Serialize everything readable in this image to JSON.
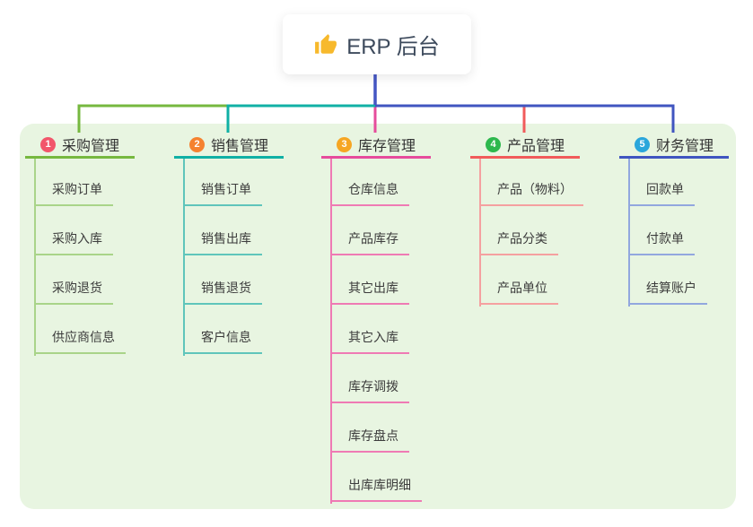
{
  "root": {
    "title": "ERP 后台",
    "icon": "thumbs-up-icon"
  },
  "branches": [
    {
      "badge": "1",
      "label": "采购管理",
      "badge_color": "#f2566b",
      "line_color": "#76b83f",
      "child_line_color": "#a9d489",
      "children": [
        "采购订单",
        "采购入库",
        "采购退货",
        "供应商信息"
      ]
    },
    {
      "badge": "2",
      "label": "销售管理",
      "badge_color": "#f58230",
      "line_color": "#10b0a5",
      "child_line_color": "#5fc5bb",
      "children": [
        "销售订单",
        "销售出库",
        "销售退货",
        "客户信息"
      ]
    },
    {
      "badge": "3",
      "label": "库存管理",
      "badge_color": "#f6a623",
      "line_color": "#e64c9c",
      "child_line_color": "#ef7ab4",
      "children": [
        "仓库信息",
        "产品库存",
        "其它出库",
        "其它入库",
        "库存调拨",
        "库存盘点",
        "出库库明细"
      ]
    },
    {
      "badge": "4",
      "label": "产品管理",
      "badge_color": "#2db84d",
      "line_color": "#f15b5b",
      "child_line_color": "#f5a0a0",
      "children": [
        "产品（物料）",
        "产品分类",
        "产品单位"
      ]
    },
    {
      "badge": "5",
      "label": "财务管理",
      "badge_color": "#2aa6db",
      "line_color": "#4055c0",
      "child_line_color": "#92a7de",
      "children": [
        "回款单",
        "付款单",
        "结算账户"
      ]
    }
  ],
  "colors": {
    "panel_bg": "#e8f5e1",
    "root_connector": "#4456c4",
    "title_text": "#3d4a5c",
    "node_text": "#3c3c3c",
    "thumb_icon": "#f7b92c"
  }
}
